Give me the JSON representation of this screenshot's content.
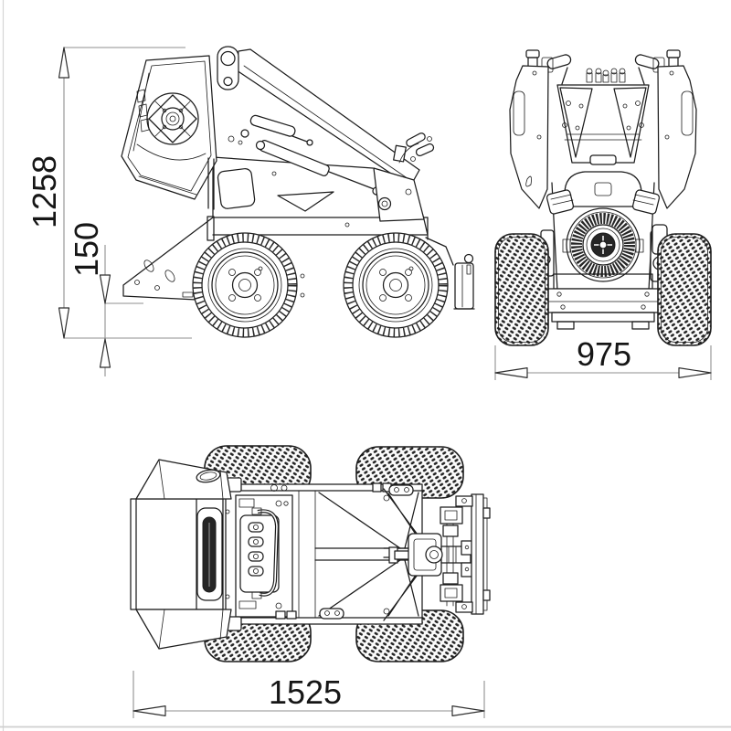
{
  "dimensions": {
    "overall_height": "1258",
    "ground_clearance": "150",
    "overall_width": "975",
    "overall_length": "1525"
  },
  "colors": {
    "line": "#1c1c1c",
    "dimension_line": "#8f8f8f",
    "background": "#ffffff",
    "page_edge": "#d6d6d6"
  }
}
